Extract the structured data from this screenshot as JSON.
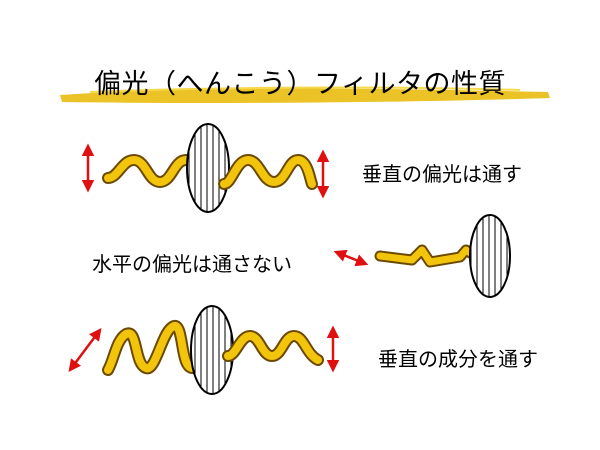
{
  "slide": {
    "title": "偏光（へんこう）フィルタの性質",
    "rows": [
      {
        "label": "垂直の偏光は通す"
      },
      {
        "label": "水平の偏光は通さない"
      },
      {
        "label": "垂直の成分を通す"
      }
    ]
  },
  "colors": {
    "wave_fill": "#f2c40c",
    "wave_outline": "#6b4a00",
    "arrow": "#e01010",
    "underline": "#e8b800",
    "filter_stroke": "#000000"
  }
}
